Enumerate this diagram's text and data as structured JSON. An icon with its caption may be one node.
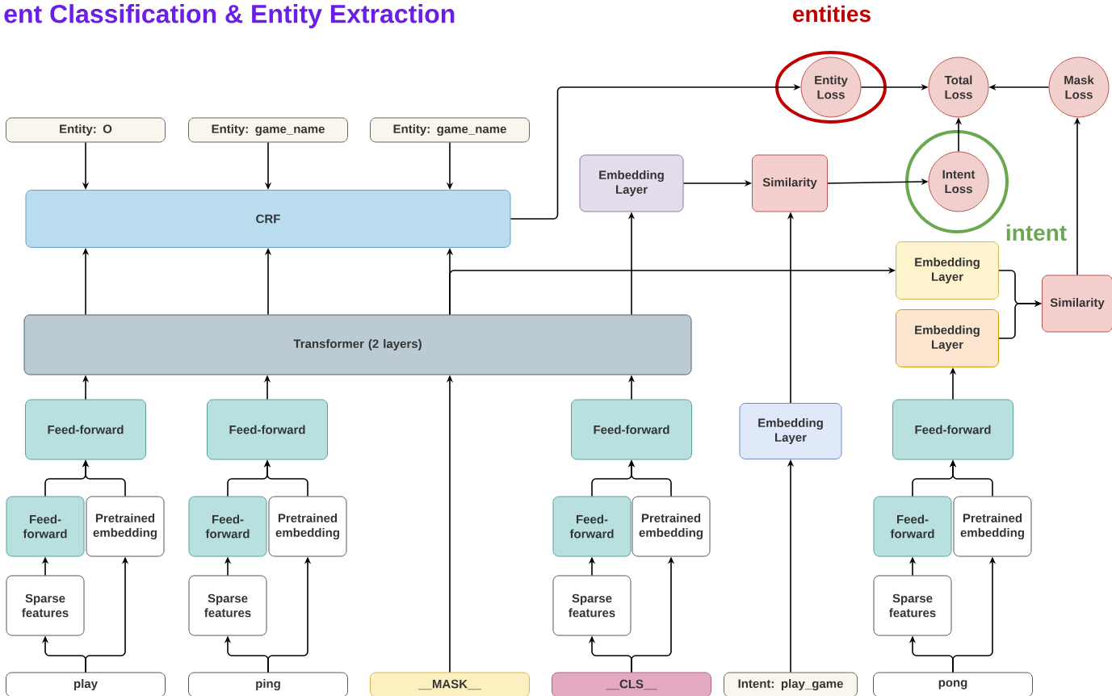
{
  "diagram": {
    "title": "ent Classification & Entity Extraction",
    "nodes": [
      {
        "text": [
          "Entity: O"
        ]
      },
      {
        "text": [
          "Entity: game_name"
        ]
      },
      {
        "text": [
          "Entity: game_name"
        ]
      },
      {
        "text": [
          "CRF"
        ]
      },
      {
        "text": [
          "Entity Loss"
        ]
      },
      {
        "text": [
          "Total Loss"
        ]
      },
      {
        "text": [
          "Mask Loss"
        ]
      },
      {
        "text": [
          "Embedding Layer"
        ]
      },
      {
        "text": [
          "Similarity"
        ]
      },
      {
        "text": [
          "Intent Loss"
        ]
      },
      {
        "text": [
          "Embedding Layer"
        ]
      },
      {
        "text": [
          "Embedding Layer"
        ]
      },
      {
        "text": [
          "Similarity"
        ]
      },
      {
        "text": [
          "Transformer (2 layers)"
        ]
      },
      {
        "text": [
          "Feed-forward"
        ]
      },
      {
        "text": [
          "Feed-forward"
        ]
      },
      {
        "text": [
          "Feed-forward"
        ]
      },
      {
        "text": [
          "Embedding Layer"
        ]
      },
      {
        "text": [
          "Feed-forward"
        ]
      },
      {
        "text": [
          "Feed- forward"
        ]
      },
      {
        "text": [
          "Pretrained embedding"
        ]
      },
      {
        "text": [
          "Feed- forward"
        ]
      },
      {
        "text": [
          "Pretrained embedding"
        ]
      },
      {
        "text": [
          "Feed- forward"
        ]
      },
      {
        "text": [
          "Pretrained embedding"
        ]
      },
      {
        "text": [
          "Feed- forward"
        ]
      },
      {
        "text": [
          "Pretrained embedding"
        ]
      },
      {
        "text": [
          "Sparse features"
        ]
      },
      {
        "text": [
          "Sparse features"
        ]
      },
      {
        "text": [
          "Sparse features"
        ]
      },
      {
        "text": [
          "Sparse features"
        ]
      },
      {
        "text": [
          "play"
        ]
      },
      {
        "text": [
          "ping"
        ]
      },
      {
        "text": [
          "__MASK__"
        ]
      },
      {
        "text": [
          "__CLS__"
        ]
      },
      {
        "text": [
          "Intent: play_game"
        ]
      },
      {
        "text": [
          "pong"
        ]
      }
    ],
    "edges": [
      {
        "from": 0,
        "to": 3,
        "arrow": "to"
      },
      {
        "from": 1,
        "to": 3,
        "arrow": "to"
      },
      {
        "from": 2,
        "to": 3,
        "arrow": "to"
      },
      {
        "from": 13,
        "to": 3,
        "arrow": "to"
      },
      {
        "from": 13,
        "to": 3,
        "arrow": "to"
      },
      {
        "from": 13,
        "to": 3,
        "arrow": "to"
      },
      {
        "from": 3,
        "to": 4,
        "arrow": "to"
      },
      {
        "from": 4,
        "to": 5,
        "arrow": "to"
      },
      {
        "from": 6,
        "to": 5,
        "arrow": "to"
      },
      {
        "from": 9,
        "to": 5,
        "arrow": "to"
      },
      {
        "from": 7,
        "to": 8,
        "arrow": "to"
      },
      {
        "from": 8,
        "to": 9,
        "arrow": "to"
      },
      {
        "from": 13,
        "to": 7,
        "arrow": "to"
      },
      {
        "from": 13,
        "to": 10,
        "arrow": "to"
      },
      {
        "from": 10,
        "to": 12,
        "arrow": "to"
      },
      {
        "from": 11,
        "to": 12,
        "arrow": "to"
      },
      {
        "from": 12,
        "to": 6,
        "arrow": "to"
      },
      {
        "from": 17,
        "to": 8,
        "arrow": "to"
      },
      {
        "from": 35,
        "to": 17,
        "arrow": "to"
      },
      {
        "from": 14,
        "to": 13,
        "arrow": "to"
      },
      {
        "from": 15,
        "to": 13,
        "arrow": "to"
      },
      {
        "from": 33,
        "to": 13,
        "arrow": "to"
      },
      {
        "from": 16,
        "to": 13,
        "arrow": "to"
      },
      {
        "from": 18,
        "to": 11,
        "arrow": "to"
      },
      {
        "from": 19,
        "to": 14,
        "arrow": "to"
      },
      {
        "from": 20,
        "to": 14,
        "arrow": "to"
      },
      {
        "from": 21,
        "to": 15,
        "arrow": "to"
      },
      {
        "from": 22,
        "to": 15,
        "arrow": "to"
      },
      {
        "from": 23,
        "to": 16,
        "arrow": "to"
      },
      {
        "from": 24,
        "to": 16,
        "arrow": "to"
      },
      {
        "from": 25,
        "to": 18,
        "arrow": "to"
      },
      {
        "from": 26,
        "to": 18,
        "arrow": "to"
      },
      {
        "from": 27,
        "to": 19,
        "arrow": "to"
      },
      {
        "from": 28,
        "to": 21,
        "arrow": "to"
      },
      {
        "from": 29,
        "to": 23,
        "arrow": "to"
      },
      {
        "from": 30,
        "to": 25,
        "arrow": "to"
      },
      {
        "from": 31,
        "to": 27,
        "arrow": "to"
      },
      {
        "from": 31,
        "to": 20,
        "arrow": "to"
      },
      {
        "from": 32,
        "to": 28,
        "arrow": "to"
      },
      {
        "from": 32,
        "to": 22,
        "arrow": "to"
      },
      {
        "from": 34,
        "to": 29,
        "arrow": "to"
      },
      {
        "from": 34,
        "to": 24,
        "arrow": "to"
      },
      {
        "from": 36,
        "to": 30,
        "arrow": "to"
      },
      {
        "from": 36,
        "to": 26,
        "arrow": "to"
      }
    ],
    "labels": [
      "entities",
      "intent"
    ]
  }
}
